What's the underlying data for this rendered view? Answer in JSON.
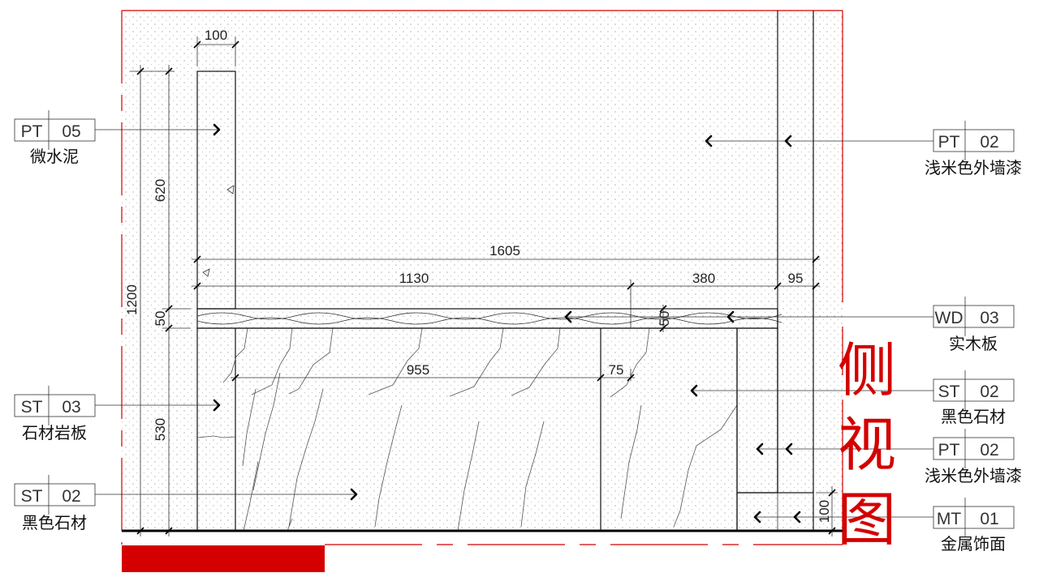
{
  "title": "侧视图",
  "dimensions": {
    "top_width": "100",
    "total_height": "1200",
    "upper_height": "620",
    "shelf_thickness": "50",
    "lower_height": "530",
    "overall_width": "1605",
    "shelf_span": "1130",
    "mid_span": "380",
    "wall_thickness": "95",
    "stone_width": "955",
    "stone_gap": "75",
    "shelf_thickness_right": "50",
    "base_height": "100"
  },
  "tags_left": [
    {
      "code": "PT",
      "num": "05",
      "label": "微水泥"
    },
    {
      "code": "ST",
      "num": "03",
      "label": "石材岩板"
    },
    {
      "code": "ST",
      "num": "02",
      "label": "黑色石材"
    }
  ],
  "tags_right": [
    {
      "code": "PT",
      "num": "02",
      "label": "浅米色外墙漆"
    },
    {
      "code": "WD",
      "num": "03",
      "label": "实木板"
    },
    {
      "code": "ST",
      "num": "02",
      "label": "黑色石材"
    },
    {
      "code": "PT",
      "num": "02",
      "label": "浅米色外墙漆"
    },
    {
      "code": "MT",
      "num": "01",
      "label": "金属饰面"
    }
  ],
  "colors": {
    "accent": "#d40000",
    "line": "#111111"
  }
}
